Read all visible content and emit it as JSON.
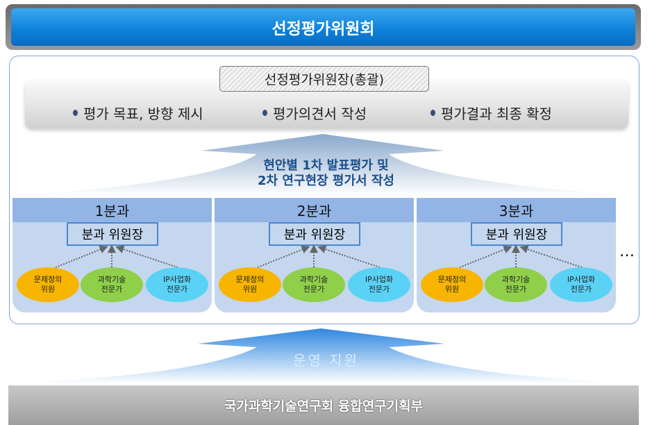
{
  "title": "선정평가위원회",
  "chair": "선정평가위원장(총괄)",
  "tasks": [
    "평가 목표, 방향 제시",
    "평가의견서 작성",
    "평가결과 최종 확정"
  ],
  "arrow_text": [
    "현안별 1차 발표평가 및",
    "2차 연구현장 평가서 작성"
  ],
  "panels": [
    {
      "name": "1분과",
      "head": "분과 위원장",
      "members": [
        [
          "문제정의",
          "위원"
        ],
        [
          "과학기술",
          "전문가"
        ],
        [
          "IP사업화",
          "전문가"
        ]
      ]
    },
    {
      "name": "2분과",
      "head": "분과 위원장",
      "members": [
        [
          "문제정의",
          "위원"
        ],
        [
          "과학기술",
          "전문가"
        ],
        [
          "IP사업화",
          "전문가"
        ]
      ]
    },
    {
      "name": "3분과",
      "head": "분과 위원장",
      "members": [
        [
          "문제정의",
          "위원"
        ],
        [
          "과학기술",
          "전문가"
        ],
        [
          "IP사업화",
          "전문가"
        ]
      ]
    }
  ],
  "ellipsis": "…",
  "support": "운영 지원",
  "org": "국가과학기술연구회 융합연구기획부",
  "colors": {
    "member1": "#f7b500",
    "member2": "#8fcf4a",
    "member3": "#5ad2f5"
  }
}
